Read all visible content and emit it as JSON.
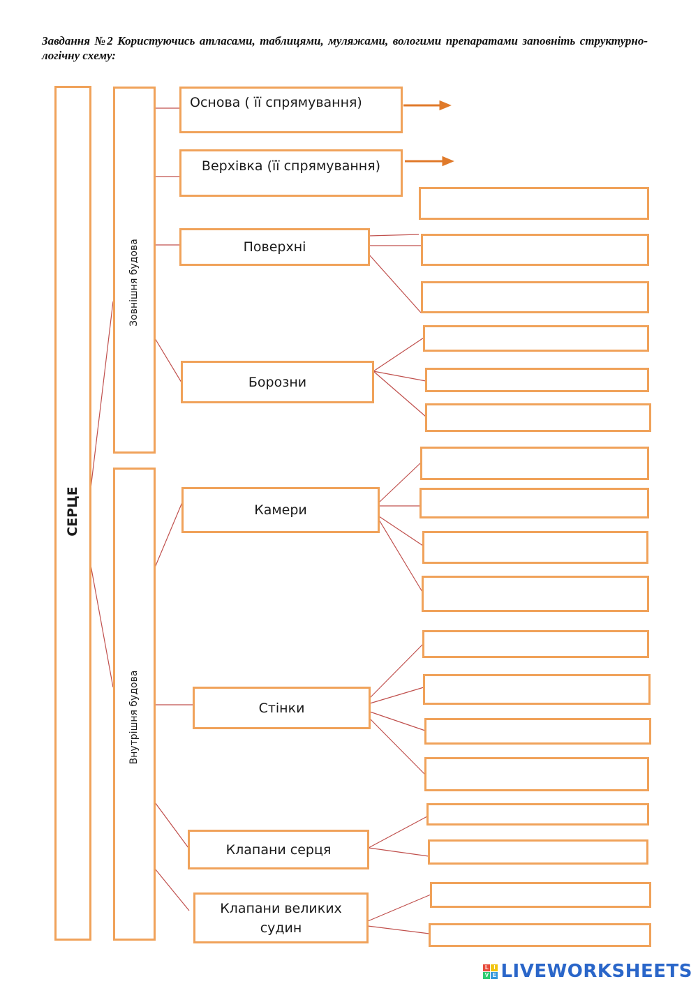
{
  "task": {
    "text": "Завдання №2 Користуючись атласами, таблицями, муляжами, вологими препаратами заповніть структурно-логічну схему:"
  },
  "scheme": {
    "root": "СЕРЦЕ",
    "external": "Зовнішня будова",
    "internal": "Внутрішня будова",
    "nodes": {
      "osnova": "Основа ( її спрямування)",
      "verkhivka": "Верхівка (її спрямування)",
      "poverkhni": "Поверхні",
      "borozny": "Борозни",
      "kamery": "Камери",
      "stinky": "Стінки",
      "klapany_sertsia": "Клапани серця",
      "klapany_sudyn_1": "Клапани великих",
      "klapany_sudyn_2": "судин"
    }
  },
  "colors": {
    "box_border": "#f0a25a",
    "connector": "#c0504d",
    "arrow": "#e07a2a"
  },
  "footer": {
    "brand": "LIVEWORKSHEETS"
  }
}
